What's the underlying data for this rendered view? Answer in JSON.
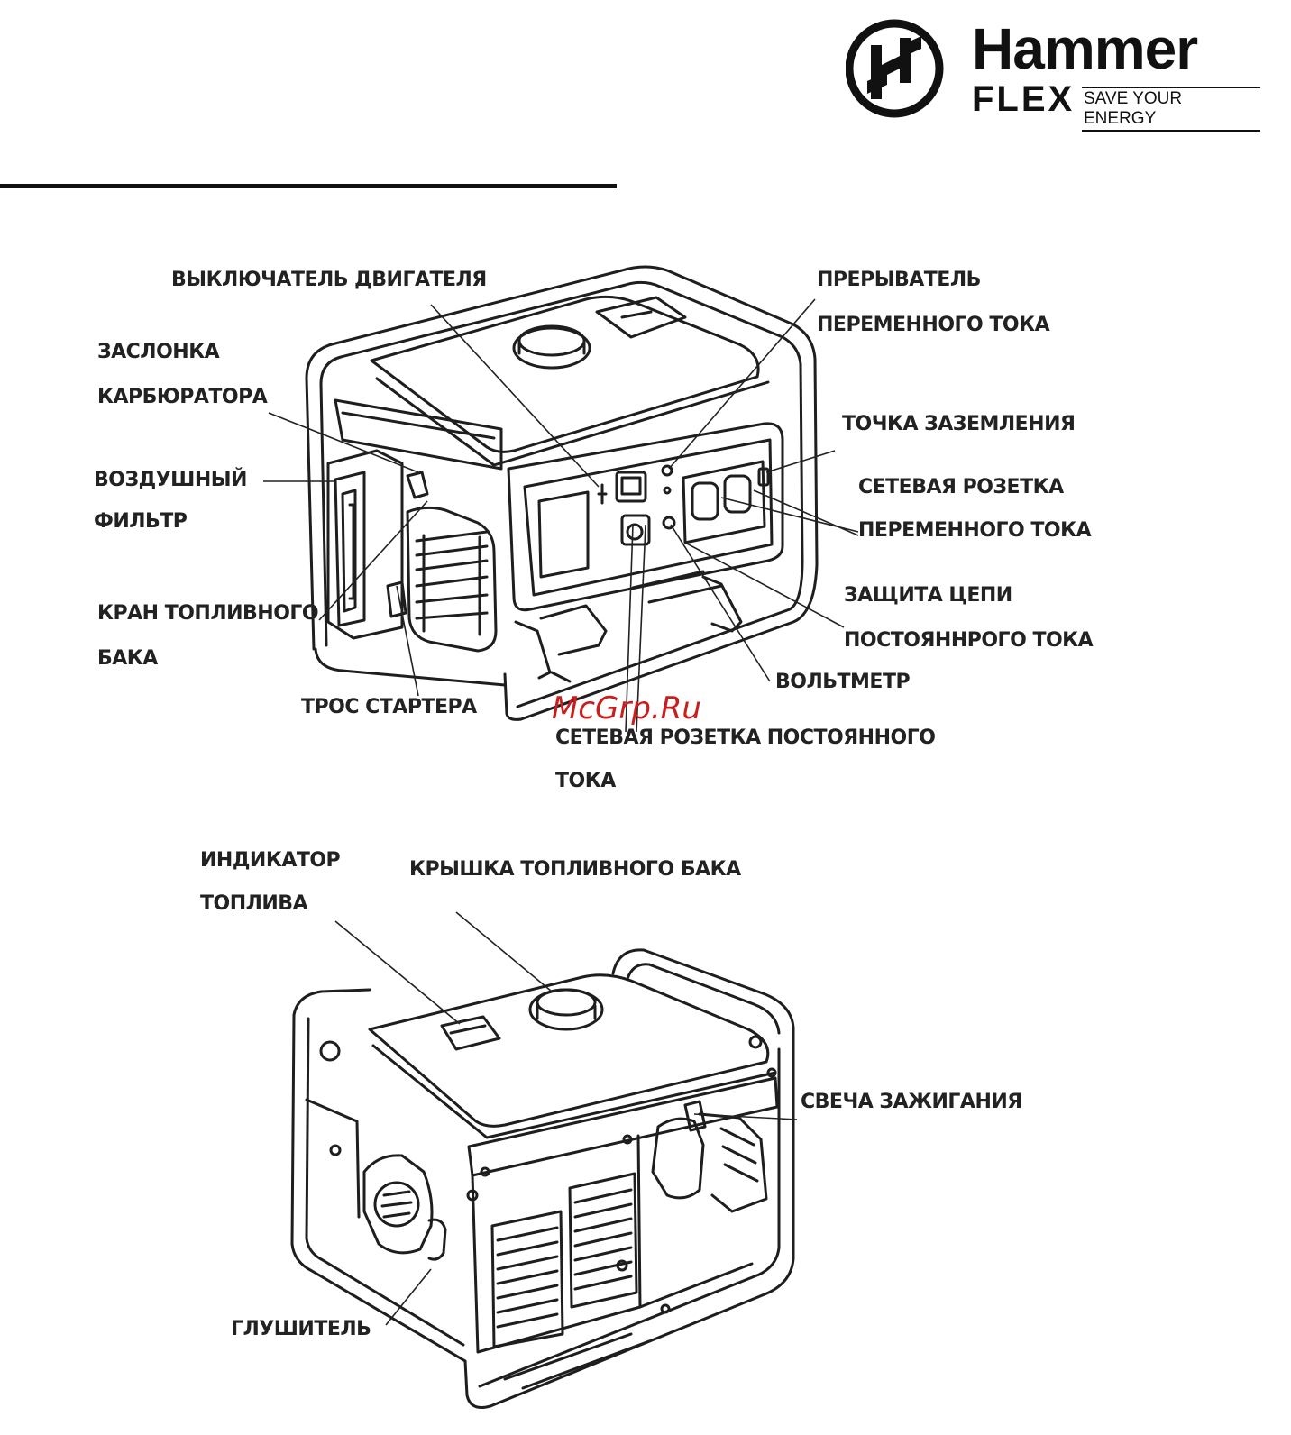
{
  "brand": {
    "name": "Hammer",
    "line": "FLEX",
    "tagline": "SAVE YOUR ENERGY"
  },
  "watermark": "McGrp.Ru",
  "labels": {
    "engine_switch": "ВЫКЛЮЧАТЕЛЬ ДВИГАТЕЛЯ",
    "choke_1": "ЗАСЛОНКА",
    "choke_2": "КАРБЮРАТОРА",
    "air_filter_1": "ВОЗДУШНЫЙ",
    "air_filter_2": "ФИЛЬТР",
    "fuel_valve_1": "КРАН ТОПЛИВНОГО",
    "fuel_valve_2": "БАКА",
    "starter_rope": "ТРОС СТАРТЕРА",
    "dc_socket_1": "СЕТЕВАЯ РОЗЕТКА ПОСТОЯННОГО",
    "dc_socket_2": "ТОКА",
    "voltmeter": "ВОЛЬТМЕТР",
    "dc_protect_1": "ЗАЩИТА ЦЕПИ",
    "dc_protect_2": "ПОСТОЯННРОГО ТОКА",
    "ac_socket_1": "СЕТЕВАЯ РОЗЕТКА",
    "ac_socket_2": "ПЕРЕМЕННОГО ТОКА",
    "ground": "ТОЧКА ЗАЗЕМЛЕНИЯ",
    "ac_breaker_1": "ПРЕРЫВАТЕЛЬ",
    "ac_breaker_2": "ПЕРЕМЕННОГО ТОКА",
    "fuel_gauge_1": "ИНДИКАТОР",
    "fuel_gauge_2": "ТОПЛИВА",
    "fuel_cap": "КРЫШКА ТОПЛИВНОГО БАКА",
    "spark_plug": "СВЕЧА ЗАЖИГАНИЯ",
    "muffler": "ГЛУШИТЕЛЬ"
  }
}
